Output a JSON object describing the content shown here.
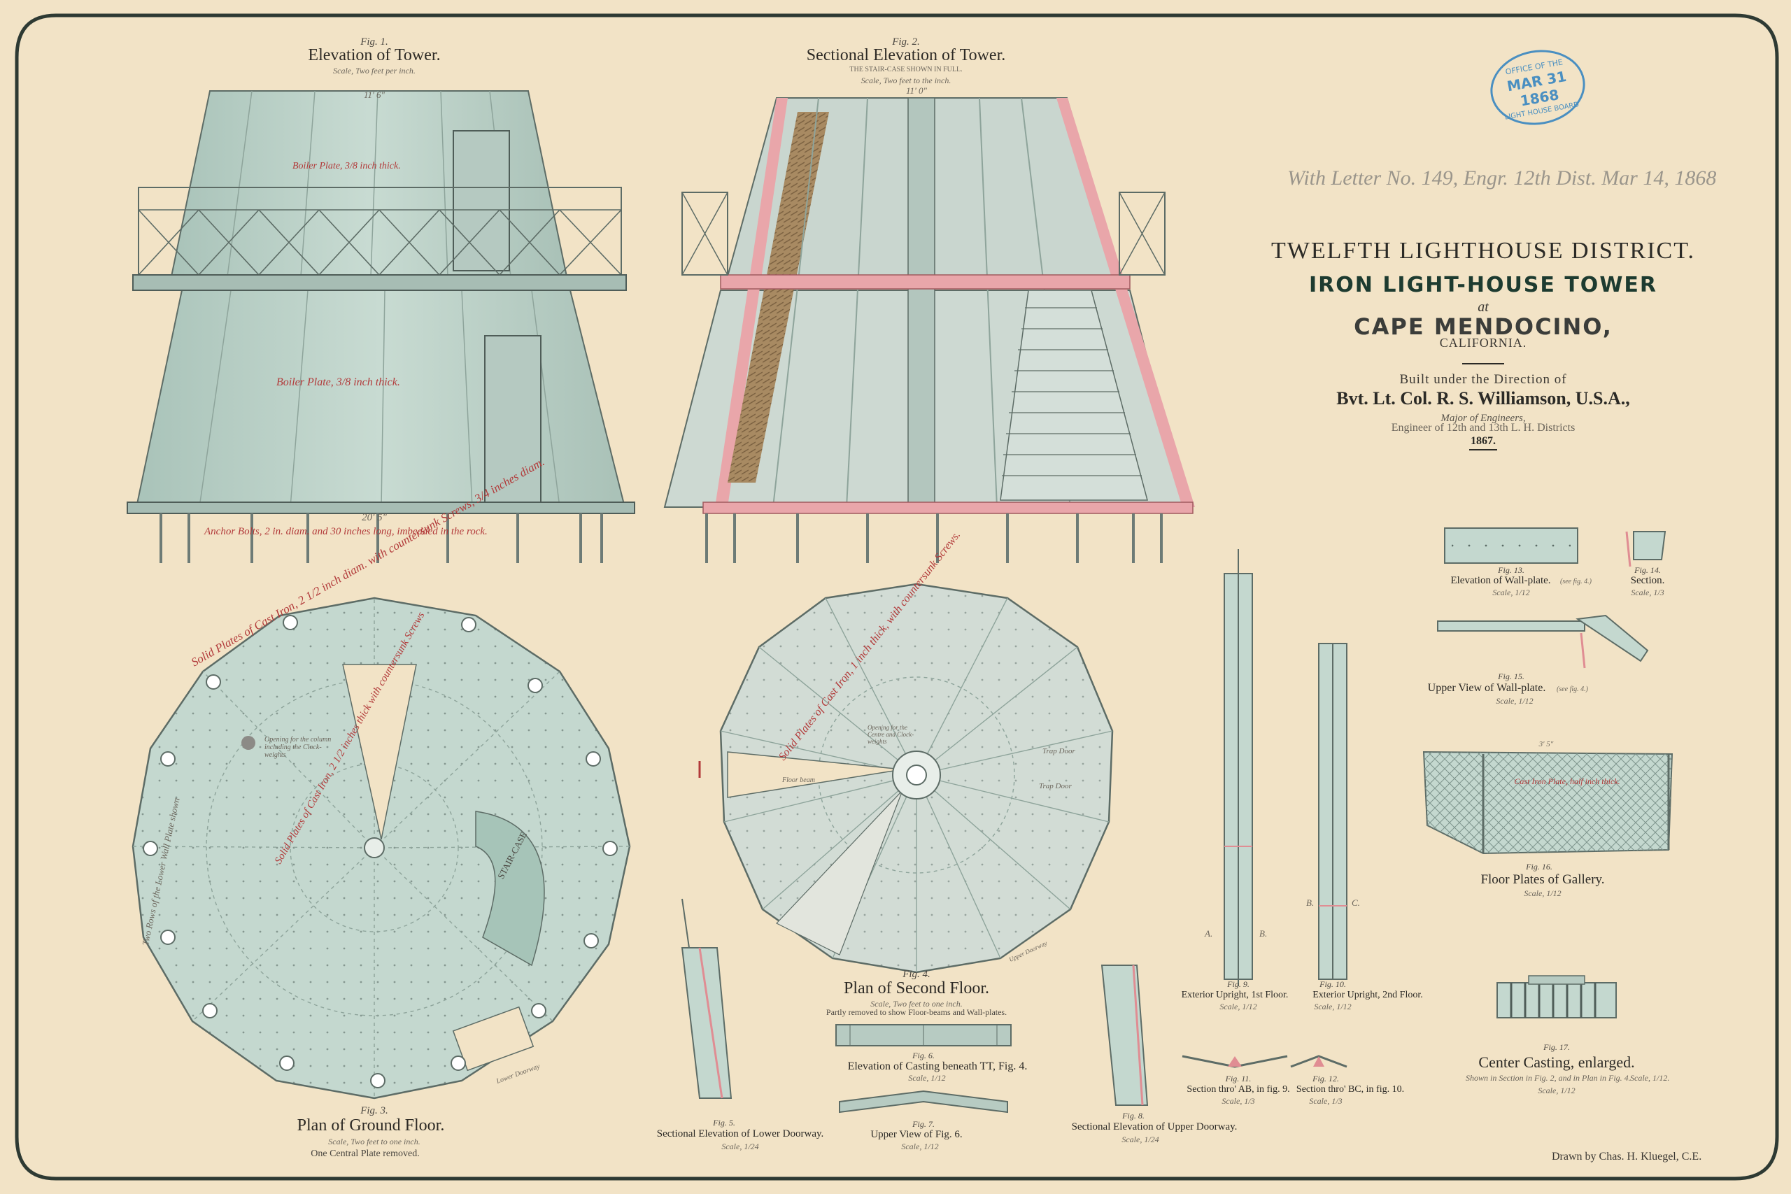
{
  "stamp": {
    "line1": "OFFICE OF THE",
    "date": "MAR 31 1868",
    "line3": "LIGHT HOUSE BOARD"
  },
  "handwritten": "With Letter No. 149, Engr. 12th Dist. Mar 14, 1868",
  "title": {
    "district": "TWELFTH LIGHTHOUSE DISTRICT.",
    "tower": "IRON LIGHT-HOUSE TOWER",
    "at": "at",
    "place": "CAPE MENDOCINO,",
    "state": "CALIFORNIA.",
    "built": "Built under the Direction of",
    "officer": "Bvt. Lt. Col. R. S. Williamson, U.S.A.,",
    "rank": "Major of Engineers,",
    "engineer": "Engineer of 12th and 13th L. H. Districts",
    "year": "1867."
  },
  "fig1": {
    "no": "Fig. 1.",
    "title": "Elevation of Tower.",
    "scale": "Scale, Two feet per inch.",
    "top_dim": "11' 6\"",
    "bottom_dim": "20' 5\"",
    "plate_upper": "Boiler Plate, 3/8 inch thick.",
    "plate_lower": "Boiler Plate, 3/8 inch thick.",
    "anchor": "Anchor Bolts, 2 in. diam. and 30 inches long, imbedded in the rock."
  },
  "fig2": {
    "no": "Fig. 2.",
    "title": "Sectional Elevation of Tower.",
    "note": "THE STAIR-CASE SHOWN IN FULL.",
    "scale": "Scale, Two feet to the inch.",
    "top_dim": "11' 0\""
  },
  "fig3": {
    "no": "Fig. 3.",
    "title": "Plan of Ground Floor.",
    "scale": "Scale, Two feet to one inch.",
    "note": "One Central Plate removed.",
    "outer_plates": "Solid Plates of Cast Iron, 2 1/2 inch diam. with countersunk Screws, 3/4 inches diam.",
    "inner_plates": "Solid Plates of Cast Iron, 2 1/2 inches thick with countersunk Screws",
    "stair": "STAIR-CASE",
    "wall": "Two Rows of the Lower Wall Plate shown",
    "opening": "Opening for the column including the Clock-weights",
    "door": "Lower Doorway"
  },
  "fig4": {
    "no": "Fig. 4.",
    "title": "Plan of Second Floor.",
    "scale": "Scale, Two feet to one inch.",
    "note": "Partly removed to show Floor-beams and Wall-plates.",
    "plates": "Solid Plates of Cast Iron, 1 inch thick, with countersunk Screws.",
    "opening": "Opening for the Centre and Clock-weights",
    "trap1": "Trap Door",
    "trap2": "Trap Door",
    "beam": "Floor beam",
    "upper": "Upper Doorway"
  },
  "fig5": {
    "no": "Fig. 5.",
    "title": "Sectional Elevation of Lower Doorway.",
    "scale": "Scale, 1/24"
  },
  "fig6": {
    "no": "Fig. 6.",
    "title": "Elevation of Casting beneath TT, Fig. 4.",
    "scale": "Scale, 1/12"
  },
  "fig7": {
    "no": "Fig. 7.",
    "title": "Upper View of Fig. 6.",
    "scale": "Scale, 1/12"
  },
  "fig8": {
    "no": "Fig. 8.",
    "title": "Sectional Elevation of Upper Doorway.",
    "scale": "Scale, 1/24"
  },
  "fig9": {
    "no": "Fig. 9.",
    "title": "Exterior Upright, 1st Floor.",
    "scale": "Scale, 1/12",
    "a": "A.",
    "b": "B."
  },
  "fig10": {
    "no": "Fig. 10.",
    "title": "Exterior Upright, 2nd Floor.",
    "scale": "Scale, 1/12",
    "b": "B.",
    "c": "C."
  },
  "fig11": {
    "no": "Fig. 11.",
    "title": "Section thro' AB, in fig. 9.",
    "scale": "Scale, 1/3"
  },
  "fig12": {
    "no": "Fig. 12.",
    "title": "Section thro' BC, in fig. 10.",
    "scale": "Scale, 1/3"
  },
  "fig13": {
    "no": "Fig. 13.",
    "title": "Elevation of Wall-plate.",
    "ref": "(see fig. 4.)",
    "scale": "Scale, 1/12"
  },
  "fig14": {
    "no": "Fig. 14.",
    "title": "Section.",
    "scale": "Scale, 1/3"
  },
  "fig15": {
    "no": "Fig. 15.",
    "title": "Upper View of Wall-plate.",
    "ref": "(see fig. 4.)",
    "scale": "Scale, 1/12"
  },
  "fig16": {
    "no": "Fig. 16.",
    "title": "Floor Plates of Gallery.",
    "scale": "Scale, 1/12",
    "note": "Cast Iron Plate, half inch thick.",
    "dim": "3' 5\""
  },
  "fig17": {
    "no": "Fig. 17.",
    "title": "Center Casting, enlarged.",
    "note": "Shown in Section in Fig. 2, and in Plan in Fig. 4.",
    "scale_inline": "Scale, 1/12.",
    "scale": "Scale, 1/12"
  },
  "drawn_by": "Drawn by Chas. H. Kluegel, C.E.",
  "colors": {
    "paper": "#f2e3c6",
    "iron": "#bcd4ca",
    "section": "#e9a6aa",
    "frame": "#2e3a33"
  }
}
